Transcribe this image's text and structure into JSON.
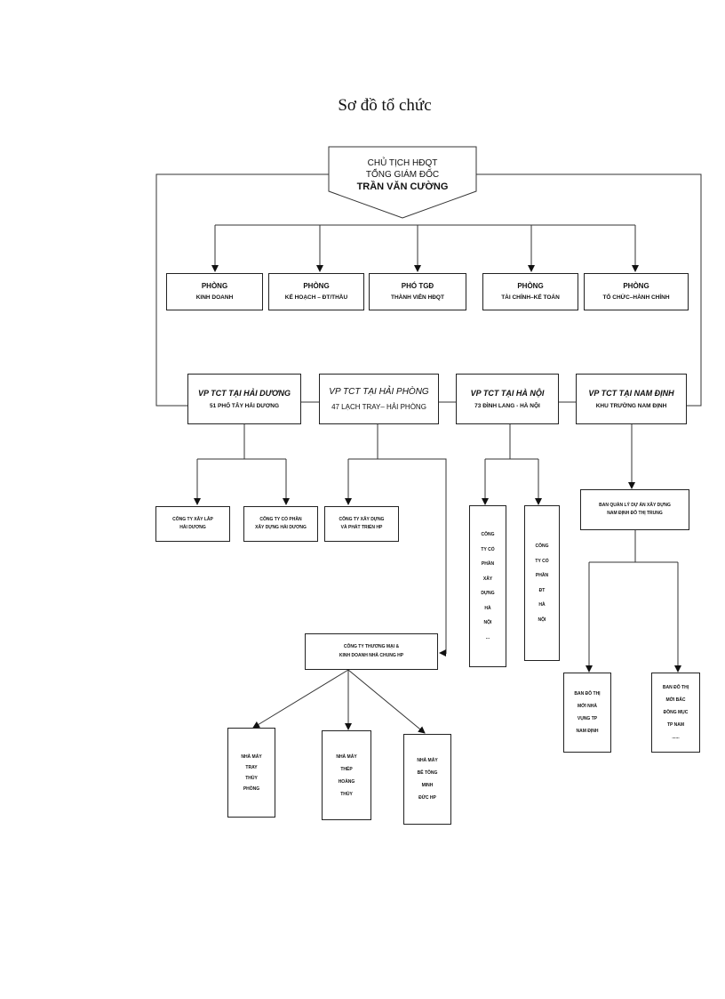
{
  "title": "Sơ đồ tổ chức",
  "head": {
    "line1": "CHỦ TỊCH HĐQT",
    "line2": "TỔNG GIÁM ĐỐC",
    "name": "TRẦN VĂN CƯỜNG"
  },
  "departments": [
    {
      "title": "PHÒNG",
      "sub": "KINH DOANH"
    },
    {
      "title": "PHÒNG",
      "sub": "KẾ HOẠCH – ĐT/THẦU"
    },
    {
      "title": "PHÓ TGĐ",
      "sub": "THÀNH VIÊN HĐQT"
    },
    {
      "title": "PHÒNG",
      "sub": "TÀI CHÍNH–KẾ TOÁN"
    },
    {
      "title": "PHÒNG",
      "sub": "TỔ CHỨC–HÀNH CHÍNH"
    }
  ],
  "offices": [
    {
      "title": "VP TCT TẠI HẢI DƯƠNG",
      "sub": "51 PHỐ TÂY HẢI DƯƠNG"
    },
    {
      "title": "VP TCT TẠI HẢI PHÒNG",
      "sub": "47 LẠCH TRAY– HẢI PHÒNG"
    },
    {
      "title": "VP TCT TẠI HÀ NỘI",
      "sub": "73 ĐÌNH LANG - HÀ NỘI"
    },
    {
      "title": "VP TCT TẠI NAM ĐỊNH",
      "sub": "KHU TRƯỜNG NAM ĐỊNH"
    }
  ],
  "hai_duong_units": [
    {
      "l1": "CÔNG TY XÂY LẮP",
      "l2": "HẢI DƯƠNG"
    },
    {
      "l1": "CÔNG TY CỔ PHẦN",
      "l2": "XÂY DỰNG HẢI DƯƠNG"
    },
    {
      "l1": "CÔNG TY XÂY DỰNG",
      "l2": "VÀ PHÁT TRIỂN HP"
    }
  ],
  "ha_noi_units": [
    {
      "lines": [
        "CÔNG",
        "TY CỔ",
        "PHẦN",
        "XÂY",
        "DỰNG",
        "HÀ",
        "NỘI",
        "..."
      ]
    },
    {
      "lines": [
        "CÔNG",
        "TY CỔ",
        "PHẦN",
        "ĐT",
        "HÀ",
        "NỘI"
      ]
    }
  ],
  "nam_dinh_unit": {
    "l1": "BAN QUẢN LÝ DỰ ÁN XÂY DỰNG",
    "l2": "NAM ĐỊNH ĐÔ THỊ TRUNG"
  },
  "nam_dinh_children": [
    {
      "lines": [
        "BAN ĐÔ THỊ",
        "MỚI NHÀ",
        "VỤNG TP",
        "NAM ĐỊNH"
      ]
    },
    {
      "lines": [
        "BAN ĐÔ THỊ",
        "MỚI BẮC",
        "ĐỒNG MỤC",
        "TP NAM",
        "......"
      ]
    }
  ],
  "company": {
    "l1": "CÔNG TY THƯƠNG MẠI &",
    "l2": "KINH DOANH NHÀ CHUNG HP"
  },
  "company_children": [
    {
      "lines": [
        "NHÀ MÁY",
        "TRAY",
        "THỦY",
        "PHÒNG"
      ]
    },
    {
      "lines": [
        "NHÀ MÁY",
        "THÉP",
        "HOÀNG",
        "THỦY"
      ]
    },
    {
      "lines": [
        "NHÀ MÁY",
        "BÊ TÔNG",
        "MINH",
        "ĐỨC HP"
      ]
    }
  ]
}
